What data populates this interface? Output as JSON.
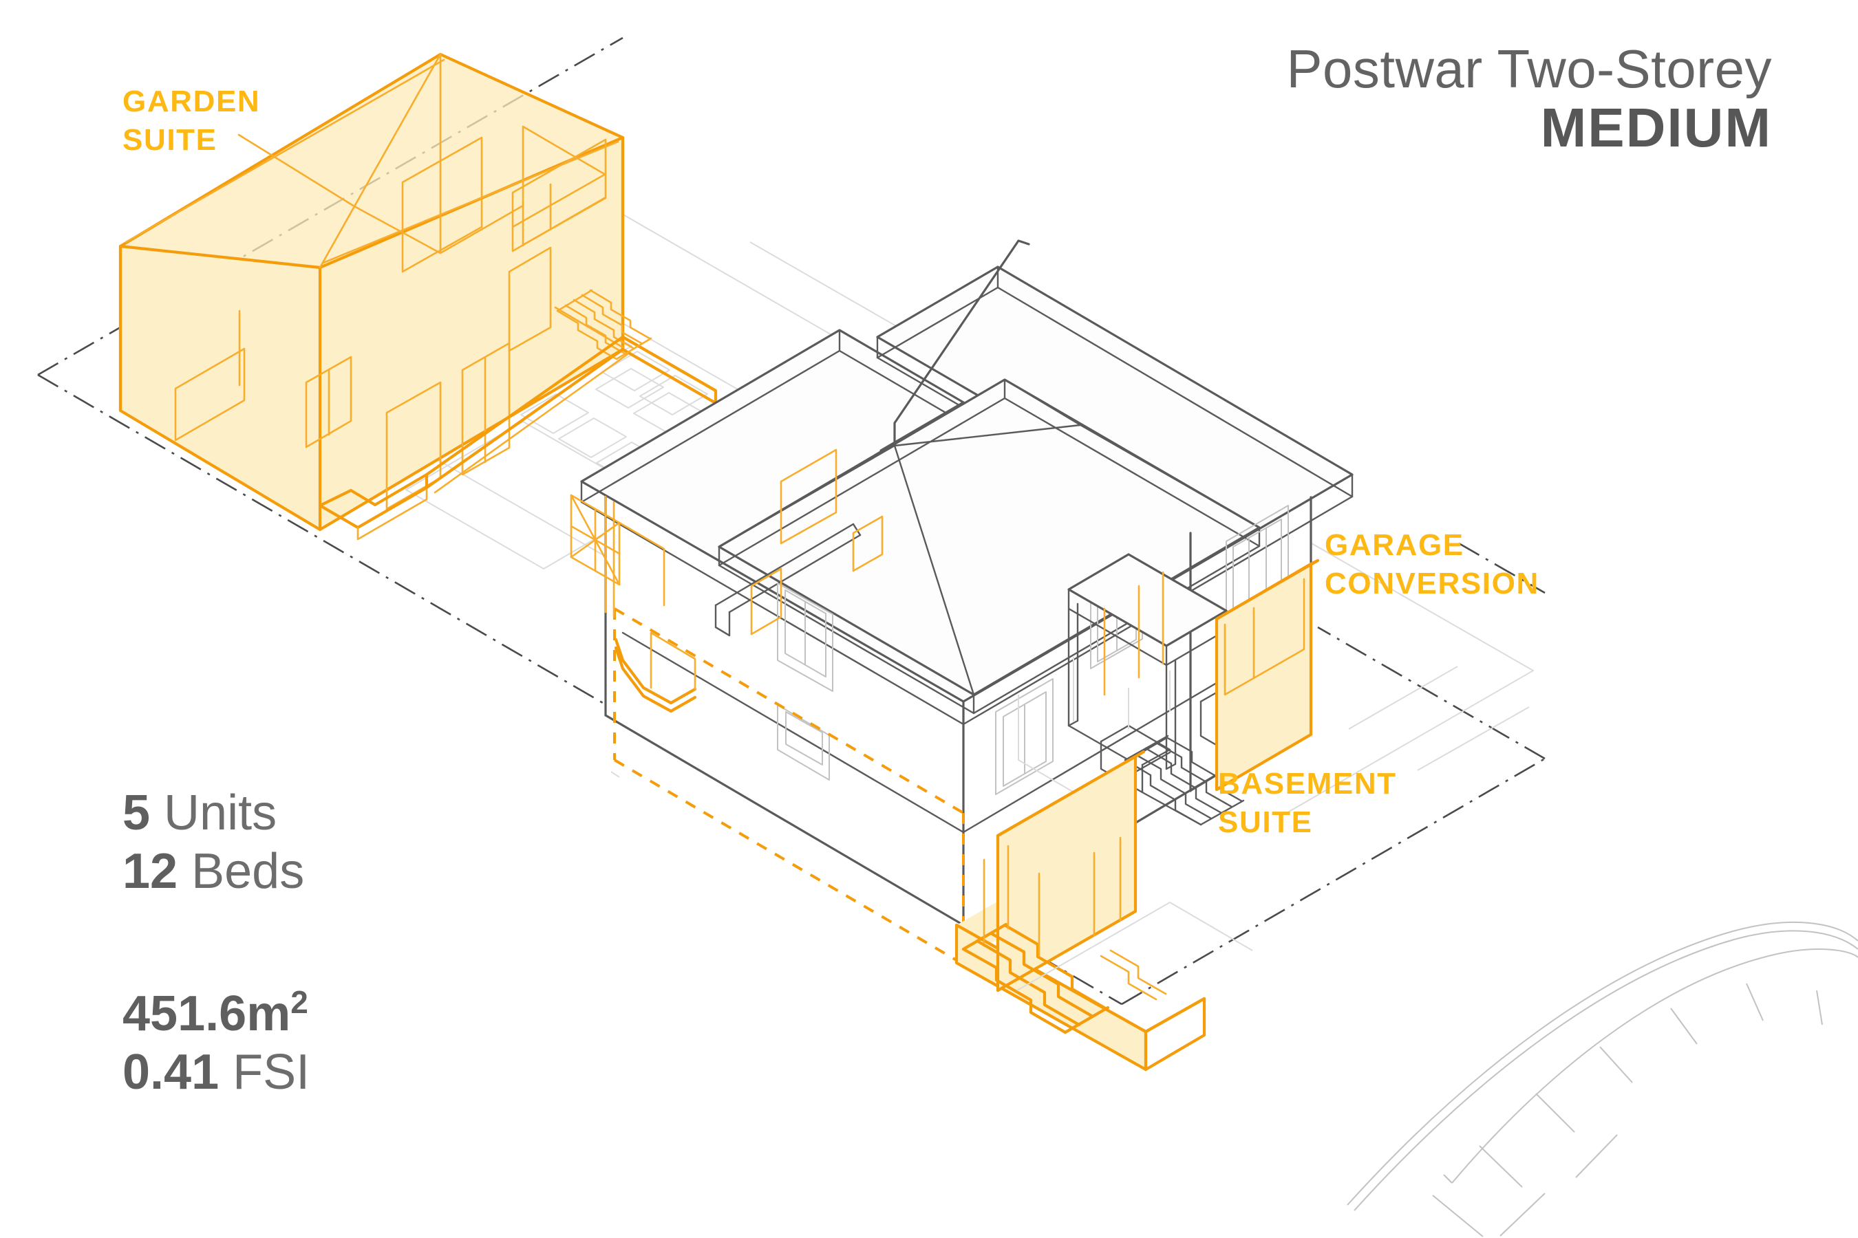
{
  "header": {
    "title_line1": "Postwar Two-Storey",
    "title_line2": "MEDIUM"
  },
  "stats": {
    "units_value": "5",
    "units_label": " Units",
    "beds_value": "12",
    "beds_label": " Beds",
    "area_value": "451.6",
    "area_unit": "m",
    "area_unit_sup": "2",
    "fsi_value": "0.41",
    "fsi_label": " FSI"
  },
  "callouts": {
    "garden_suite_line1": "GARDEN",
    "garden_suite_line2": "SUITE",
    "garage_conversion_line1": "GARAGE",
    "garage_conversion_line2": "CONVERSION",
    "basement_suite_line1": "BASEMENT",
    "basement_suite_line2": "SUITE"
  },
  "colors": {
    "accent_orange": "#FDB813",
    "accent_stroke": "#F59C0B",
    "accent_fill": "#FDF0C8",
    "line_dark": "#5A5A5A",
    "line_mid": "#8C8C8C",
    "line_light": "#C8C8C8",
    "line_faint": "#DCDCDC",
    "text_gray": "#6d6d6d",
    "background": "#FFFFFF"
  },
  "diagram": {
    "type": "isometric-axonometric-architectural",
    "subject": "Postwar two-storey house with gentle-intensification additions",
    "elements": [
      {
        "name": "site-boundary",
        "style": "dash-dot",
        "color": "#5A5A5A"
      },
      {
        "name": "main-house",
        "style": "solid-outline",
        "color": "#5A5A5A",
        "storeys": 2,
        "roof": "hipped"
      },
      {
        "name": "garden-suite",
        "style": "filled-outline",
        "color": "#FDF0C8",
        "storeys": 2,
        "roof": "shed",
        "highlighted": true
      },
      {
        "name": "garage-conversion",
        "style": "filled-panel",
        "color": "#FDF0C8",
        "highlighted": true
      },
      {
        "name": "basement-suite",
        "style": "filled-outline-and-dashed-extent",
        "color": "#FDF0C8",
        "highlighted": true
      },
      {
        "name": "front-porch-canopy",
        "style": "solid-outline",
        "color": "#5A5A5A"
      },
      {
        "name": "front-entry-stairs",
        "style": "solid-outline",
        "color": "#5A5A5A"
      },
      {
        "name": "walkway-pavers",
        "style": "light-outline",
        "color": "#DCDCDC"
      },
      {
        "name": "street-sidewalk-curve",
        "style": "light-outline",
        "color": "#C8C8C8"
      }
    ]
  }
}
